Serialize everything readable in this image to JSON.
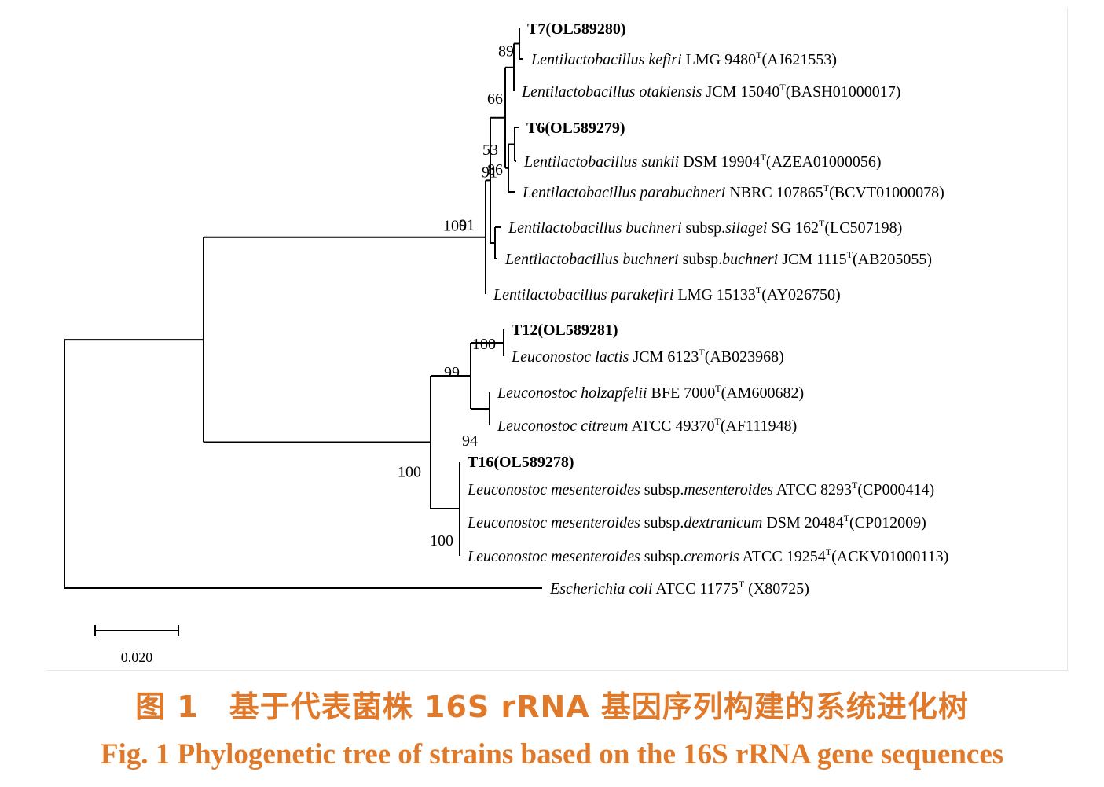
{
  "tree": {
    "type_superscript": "T",
    "taxa": [
      {
        "id": "t7",
        "bold": true,
        "genus_species": "",
        "subsp_word": "",
        "subsp_name": "",
        "strain": "T7(OL589280)",
        "accession": ""
      },
      {
        "id": "kefiri",
        "bold": false,
        "genus_species": "Lentilactobacillus kefiri",
        "subsp_word": "",
        "subsp_name": "",
        "strain": "LMG 9480",
        "accession": "(AJ621553)"
      },
      {
        "id": "otakiensis",
        "bold": false,
        "genus_species": "Lentilactobacillus otakiensis",
        "subsp_word": "",
        "subsp_name": "",
        "strain": "JCM 15040",
        "accession": "(BASH01000017)"
      },
      {
        "id": "t6",
        "bold": true,
        "genus_species": "",
        "subsp_word": "",
        "subsp_name": "",
        "strain": "T6(OL589279)",
        "accession": ""
      },
      {
        "id": "sunkii",
        "bold": false,
        "genus_species": "Lentilactobacillus sunkii",
        "subsp_word": "",
        "subsp_name": "",
        "strain": "DSM 19904",
        "accession": "(AZEA01000056)"
      },
      {
        "id": "parabuchneri",
        "bold": false,
        "genus_species": "Lentilactobacillus parabuchneri",
        "subsp_word": "",
        "subsp_name": "",
        "strain": "NBRC 107865",
        "accession": "(BCVT01000078)"
      },
      {
        "id": "silagei",
        "bold": false,
        "genus_species": "Lentilactobacillus buchneri",
        "subsp_word": "subsp.",
        "subsp_name": "silagei",
        "strain": "SG 162",
        "accession": "(LC507198)"
      },
      {
        "id": "buchneri",
        "bold": false,
        "genus_species": "Lentilactobacillus buchneri",
        "subsp_word": "subsp.",
        "subsp_name": "buchneri",
        "strain": "JCM 1115",
        "accession": "(AB205055)"
      },
      {
        "id": "parakefiri",
        "bold": false,
        "genus_species": "Lentilactobacillus parakefiri",
        "subsp_word": "",
        "subsp_name": "",
        "strain": "LMG 15133",
        "accession": "(AY026750)"
      },
      {
        "id": "t12",
        "bold": true,
        "genus_species": "",
        "subsp_word": "",
        "subsp_name": "",
        "strain": "T12(OL589281)",
        "accession": ""
      },
      {
        "id": "lactis",
        "bold": false,
        "genus_species": "Leuconostoc lactis",
        "subsp_word": "",
        "subsp_name": "",
        "strain": "JCM 6123",
        "accession": "(AB023968)"
      },
      {
        "id": "holzapfelii",
        "bold": false,
        "genus_species": "Leuconostoc holzapfelii",
        "subsp_word": "",
        "subsp_name": "",
        "strain": "BFE 7000",
        "accession": "(AM600682)"
      },
      {
        "id": "citreum",
        "bold": false,
        "genus_species": "Leuconostoc citreum",
        "subsp_word": "",
        "subsp_name": "",
        "strain": "ATCC 49370",
        "accession": "(AF111948)"
      },
      {
        "id": "t16",
        "bold": true,
        "genus_species": "",
        "subsp_word": "",
        "subsp_name": "",
        "strain": "T16(OL589278)",
        "accession": ""
      },
      {
        "id": "mesenteroides",
        "bold": false,
        "genus_species": "Leuconostoc mesenteroides",
        "subsp_word": "subsp.",
        "subsp_name": "mesenteroides",
        "strain": "ATCC 8293",
        "accession": "(CP000414)"
      },
      {
        "id": "dextranicum",
        "bold": false,
        "genus_species": "Leuconostoc mesenteroides",
        "subsp_word": "subsp.",
        "subsp_name": "dextranicum",
        "strain": "DSM 20484",
        "accession": "(CP012009)"
      },
      {
        "id": "cremoris",
        "bold": false,
        "genus_species": "Leuconostoc mesenteroides",
        "subsp_word": "subsp.",
        "subsp_name": "cremoris",
        "strain": "ATCC 19254",
        "accession": "(ACKV01000113)"
      },
      {
        "id": "ecoli",
        "bold": false,
        "genus_species": "Escherichia coli",
        "subsp_word": "",
        "subsp_name": "",
        "strain": "ATCC 11775",
        "accession": " (X80725)"
      }
    ],
    "bootstrap": [
      {
        "node": "n_t7_kefiri",
        "value": "89"
      },
      {
        "node": "n_t7_otakiensis",
        "value": "66"
      },
      {
        "node": "n_t7group",
        "value": "53"
      },
      {
        "node": "n_t6_sunkii",
        "value": "91"
      },
      {
        "node": "n_t6_parabuchneri",
        "value": "86"
      },
      {
        "node": "n_lenti_core",
        "value": "91"
      },
      {
        "node": "n_lenti_root",
        "value": "100"
      },
      {
        "node": "n_t12_lactis",
        "value": "100"
      },
      {
        "node": "n_leuco_sub",
        "value": "99"
      },
      {
        "node": "n_holz_citreum",
        "value": "94"
      },
      {
        "node": "n_leuco_root",
        "value": "100"
      },
      {
        "node": "n_t16_group",
        "value": "100"
      }
    ],
    "scale_bar_label": "0.020",
    "scale_bar_units": 0.02
  },
  "caption": {
    "cn": "图 1　基于代表菌株 16S rRNA 基因序列构建的系统进化树",
    "en": "Fig. 1 Phylogenetic tree of strains based on the 16S rRNA gene sequences"
  }
}
